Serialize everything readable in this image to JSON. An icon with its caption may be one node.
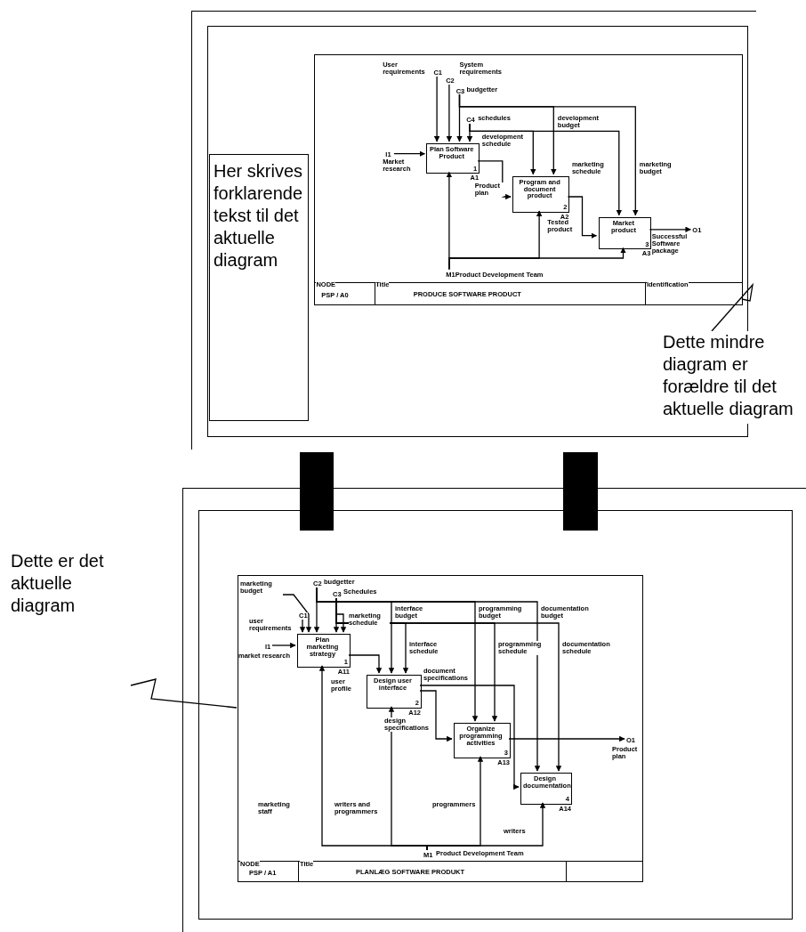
{
  "diagram": {
    "nodes": [
      {
        "text": [],
        "shape": "box"
      },
      {
        "text": [
          "Her skrives forklarende tekst til det aktuelle diagram"
        ],
        "in": 0
      },
      {
        "text": [],
        "shape": "box",
        "in": 0
      },
      {
        "text": [
          "Plan Software Product",
          "1"
        ],
        "beside": [
          "A1"
        ],
        "in": 2
      },
      {
        "text": [
          "Program and document product",
          "2"
        ],
        "beside": [
          "A2"
        ],
        "in": 2
      },
      {
        "text": [
          "Market product",
          "3"
        ],
        "beside": [
          "A3"
        ],
        "in": 2
      },
      {
        "text": [],
        "shape": "box"
      },
      {
        "text": [],
        "shape": "box",
        "in": 6
      },
      {
        "text": [
          "Plan marketing strategy",
          "1"
        ],
        "beside": [
          "A11"
        ],
        "in": 7
      },
      {
        "text": [
          "Design user interface",
          "2"
        ],
        "beside": [
          "A12"
        ],
        "in": 7
      },
      {
        "text": [
          "Organize programming activities",
          "3"
        ],
        "beside": [
          "A13"
        ],
        "in": 7
      },
      {
        "text": [
          "Design documentation",
          "4"
        ],
        "beside": [
          "A14"
        ],
        "in": 7
      },
      {
        "text": [
          "Dette mindre diagram er forældre til det aktuelle diagram"
        ]
      },
      {
        "text": [
          "Dette er det aktuelle diagram"
        ]
      },
      {
        "text": [],
        "shape": "bar"
      },
      {
        "text": [],
        "shape": "bar"
      },
      {
        "text": [
          "C1"
        ],
        "in": 2
      },
      {
        "text": [
          "C2"
        ],
        "in": 2
      },
      {
        "text": [
          "C3"
        ],
        "in": 2
      },
      {
        "text": [
          "C4"
        ],
        "in": 2
      },
      {
        "text": [
          "I1"
        ],
        "in": 2
      },
      {
        "text": [
          "O1"
        ],
        "in": 2
      },
      {
        "text": [
          "M1"
        ],
        "in": 2
      },
      {
        "text": [
          "C1"
        ],
        "in": 7
      },
      {
        "text": [
          "C2"
        ],
        "in": 7
      },
      {
        "text": [
          "C3"
        ],
        "in": 7
      },
      {
        "text": [
          "I1"
        ],
        "in": 7
      },
      {
        "text": [
          "O1"
        ],
        "in": 7
      },
      {
        "text": [
          "M1"
        ],
        "in": 7
      }
    ],
    "edges": [
      {
        "from": 20,
        "to": 3,
        "arrow": "to",
        "label": "Market research"
      },
      {
        "from": 16,
        "to": 3,
        "arrow": "to",
        "label": "User requirements"
      },
      {
        "from": 17,
        "to": 3,
        "arrow": "to",
        "label": "System requirements"
      },
      {
        "from": 18,
        "to": 3,
        "arrow": "to",
        "label": "budgetter"
      },
      {
        "from": 18,
        "to": 4,
        "arrow": "to",
        "label": "development budget"
      },
      {
        "from": 18,
        "to": 5,
        "arrow": "to",
        "label": "marketing budget"
      },
      {
        "from": 19,
        "to": 3,
        "arrow": "to",
        "label": "schedules"
      },
      {
        "from": 19,
        "to": 4,
        "arrow": "to",
        "label": "development schedule"
      },
      {
        "from": 19,
        "to": 5,
        "arrow": "to",
        "label": "marketing schedule"
      },
      {
        "from": 3,
        "to": 4,
        "arrow": "to",
        "label": "Product plan"
      },
      {
        "from": 4,
        "to": 5,
        "arrow": "to",
        "label": "Tested product"
      },
      {
        "from": 5,
        "to": 21,
        "arrow": "to",
        "label": "Successful Software package"
      },
      {
        "from": 22,
        "to": 3,
        "arrow": "to"
      },
      {
        "from": 22,
        "to": 4,
        "arrow": "to"
      },
      {
        "from": 22,
        "to": 5,
        "arrow": "to"
      },
      {
        "from": 23,
        "to": 8,
        "arrow": "to",
        "label": "user requirements"
      },
      {
        "from": 24,
        "to": 8,
        "arrow": "to",
        "label": "budgetter"
      },
      {
        "from": null,
        "to": 8,
        "arrow": "to",
        "label": "marketing budget"
      },
      {
        "from": 25,
        "to": 8,
        "arrow": "to",
        "label": "Schedules"
      },
      {
        "from": 24,
        "to": 9,
        "arrow": "to",
        "label": "interface budget"
      },
      {
        "from": 24,
        "to": 10,
        "arrow": "to",
        "label": "programming budget"
      },
      {
        "from": 24,
        "to": 11,
        "arrow": "to",
        "label": "documentation budget"
      },
      {
        "from": 26,
        "to": 8,
        "arrow": "to",
        "label": "market research"
      },
      {
        "from": 25,
        "to": 8,
        "arrow": "to",
        "label": "marketing schedule"
      },
      {
        "from": 8,
        "to": 9,
        "arrow": "to",
        "label": "user profile"
      },
      {
        "from": 25,
        "to": 9,
        "arrow": "to",
        "label": "interface schedule"
      },
      {
        "from": 25,
        "to": 10,
        "arrow": "to",
        "label": "programming schedule"
      },
      {
        "from": 25,
        "to": 11,
        "arrow": "to",
        "label": "documentation schedule"
      },
      {
        "from": 9,
        "to": 10,
        "arrow": "to",
        "label": "design specifications"
      },
      {
        "from": 9,
        "to": 11,
        "arrow": "to",
        "label": "document specifications"
      },
      {
        "from": 10,
        "to": 27,
        "arrow": "to",
        "label": "Product plan"
      },
      {
        "from": 28,
        "to": 8,
        "arrow": "to",
        "label": "marketing staff"
      },
      {
        "from": 28,
        "to": 9,
        "arrow": "to",
        "label": "writers and programmers"
      },
      {
        "from": 28,
        "to": 10,
        "arrow": "to",
        "label": "programmers"
      },
      {
        "from": 28,
        "to": 11,
        "arrow": "to",
        "label": "writers"
      },
      {
        "from": 12,
        "to": 2,
        "arrow": "none"
      },
      {
        "from": 13,
        "to": 7,
        "arrow": "none"
      }
    ],
    "labels": [
      "Product Development Team",
      "NODE",
      "PSP / A0",
      "Title",
      "PRODUCE SOFTWARE PRODUCT",
      "Identification",
      "Product Development Team",
      "NODE",
      "PSP / A1",
      "Title",
      "PLANLÆG SOFTWARE PRODUKT"
    ]
  }
}
